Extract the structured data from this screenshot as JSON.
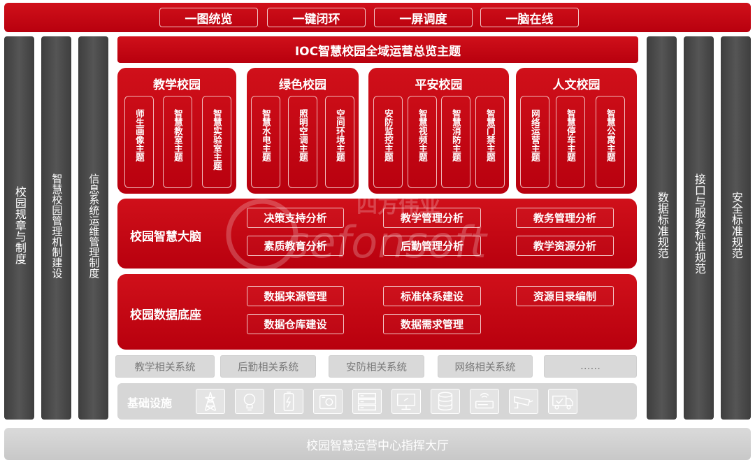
{
  "top_bar": {
    "buttons": [
      "一图统览",
      "一键闭环",
      "一屏调度",
      "一脑在线"
    ]
  },
  "left_pillars": [
    "校园规章与制度",
    "智慧校园管理机制建设",
    "信息系统运维管理制度"
  ],
  "right_pillars": [
    "数据标准规范",
    "接口与服务标准规范",
    "安全标准规范"
  ],
  "theme_title": "IOC智慧校园全域运营总览主题",
  "groups": [
    {
      "title": "教学校园",
      "items": [
        "师生画像主题",
        "智慧教室主题",
        "智慧实验室主题"
      ]
    },
    {
      "title": "绿色校园",
      "items": [
        "智慧水电主题",
        "照明空调主题",
        "空间环境主题"
      ]
    },
    {
      "title": "平安校园",
      "items": [
        "安防监控主题",
        "智慧视频主题",
        "智慧消防主题",
        "智慧门禁主题"
      ]
    },
    {
      "title": "人文校园",
      "items": [
        "网络运营主题",
        "智慧停车主题",
        "智慧公寓主题"
      ]
    }
  ],
  "brain": {
    "label": "校园智慧大脑",
    "items": [
      "决策支持分析",
      "教学管理分析",
      "教务管理分析",
      "素质教育分析",
      "后勤管理分析",
      "教学资源分析"
    ]
  },
  "data_base": {
    "label": "校园数据底座",
    "items": [
      "数据来源管理",
      "标准体系建设",
      "资源目录编制",
      "数据仓库建设",
      "数据需求管理"
    ]
  },
  "systems": [
    "教学相关系统",
    "后勤相关系统",
    "安防相关系统",
    "网络相关系统",
    "……"
  ],
  "infra": {
    "label": "基础设施",
    "icons": [
      "power-tower-icon",
      "light-bulb-icon",
      "battery-icon",
      "camera-device-icon",
      "server-icon",
      "monitor-icon",
      "database-icon",
      "router-icon",
      "security-camera-icon",
      "truck-icon"
    ]
  },
  "bottom_bar": "校园智慧运营中心指挥大厅",
  "watermark": {
    "cn": "四方伟业",
    "en": "sefonsoft"
  },
  "colors": {
    "red": "#c8000f",
    "dark": "#444444",
    "gray": "#d6d6d6"
  }
}
